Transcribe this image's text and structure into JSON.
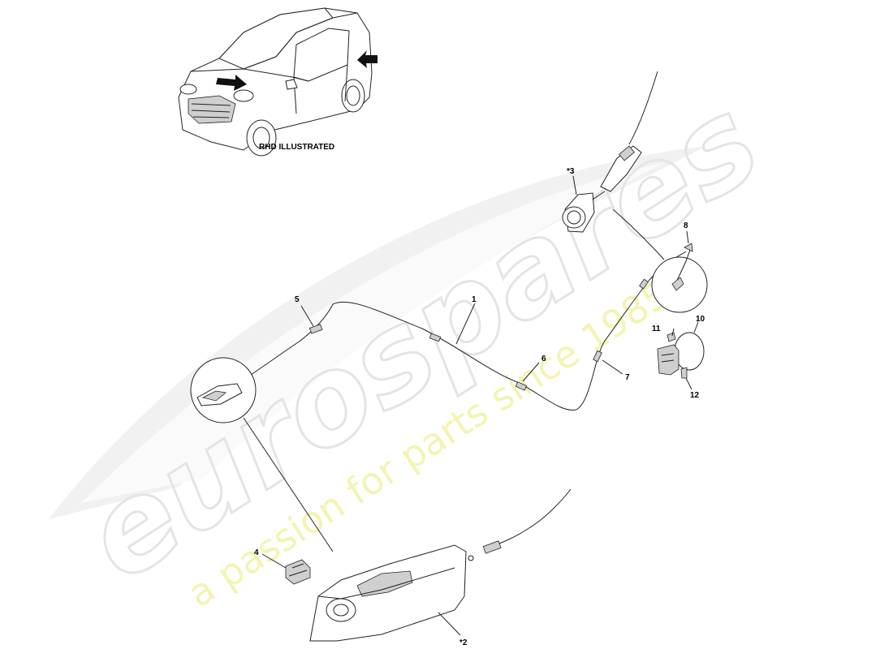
{
  "watermark": {
    "brand": "eurospares",
    "tagline": "a passion for parts since 1985"
  },
  "diagram": {
    "note": "RHD ILLUSTRATED",
    "callouts": [
      {
        "id": "1",
        "text": "1"
      },
      {
        "id": "2",
        "text": "*2"
      },
      {
        "id": "3",
        "text": "*3"
      },
      {
        "id": "4",
        "text": "4"
      },
      {
        "id": "5",
        "text": "5"
      },
      {
        "id": "6",
        "text": "6"
      },
      {
        "id": "7",
        "text": "7"
      },
      {
        "id": "8",
        "text": "8"
      },
      {
        "id": "10",
        "text": "10"
      },
      {
        "id": "11",
        "text": "11"
      },
      {
        "id": "12",
        "text": "12"
      }
    ]
  }
}
